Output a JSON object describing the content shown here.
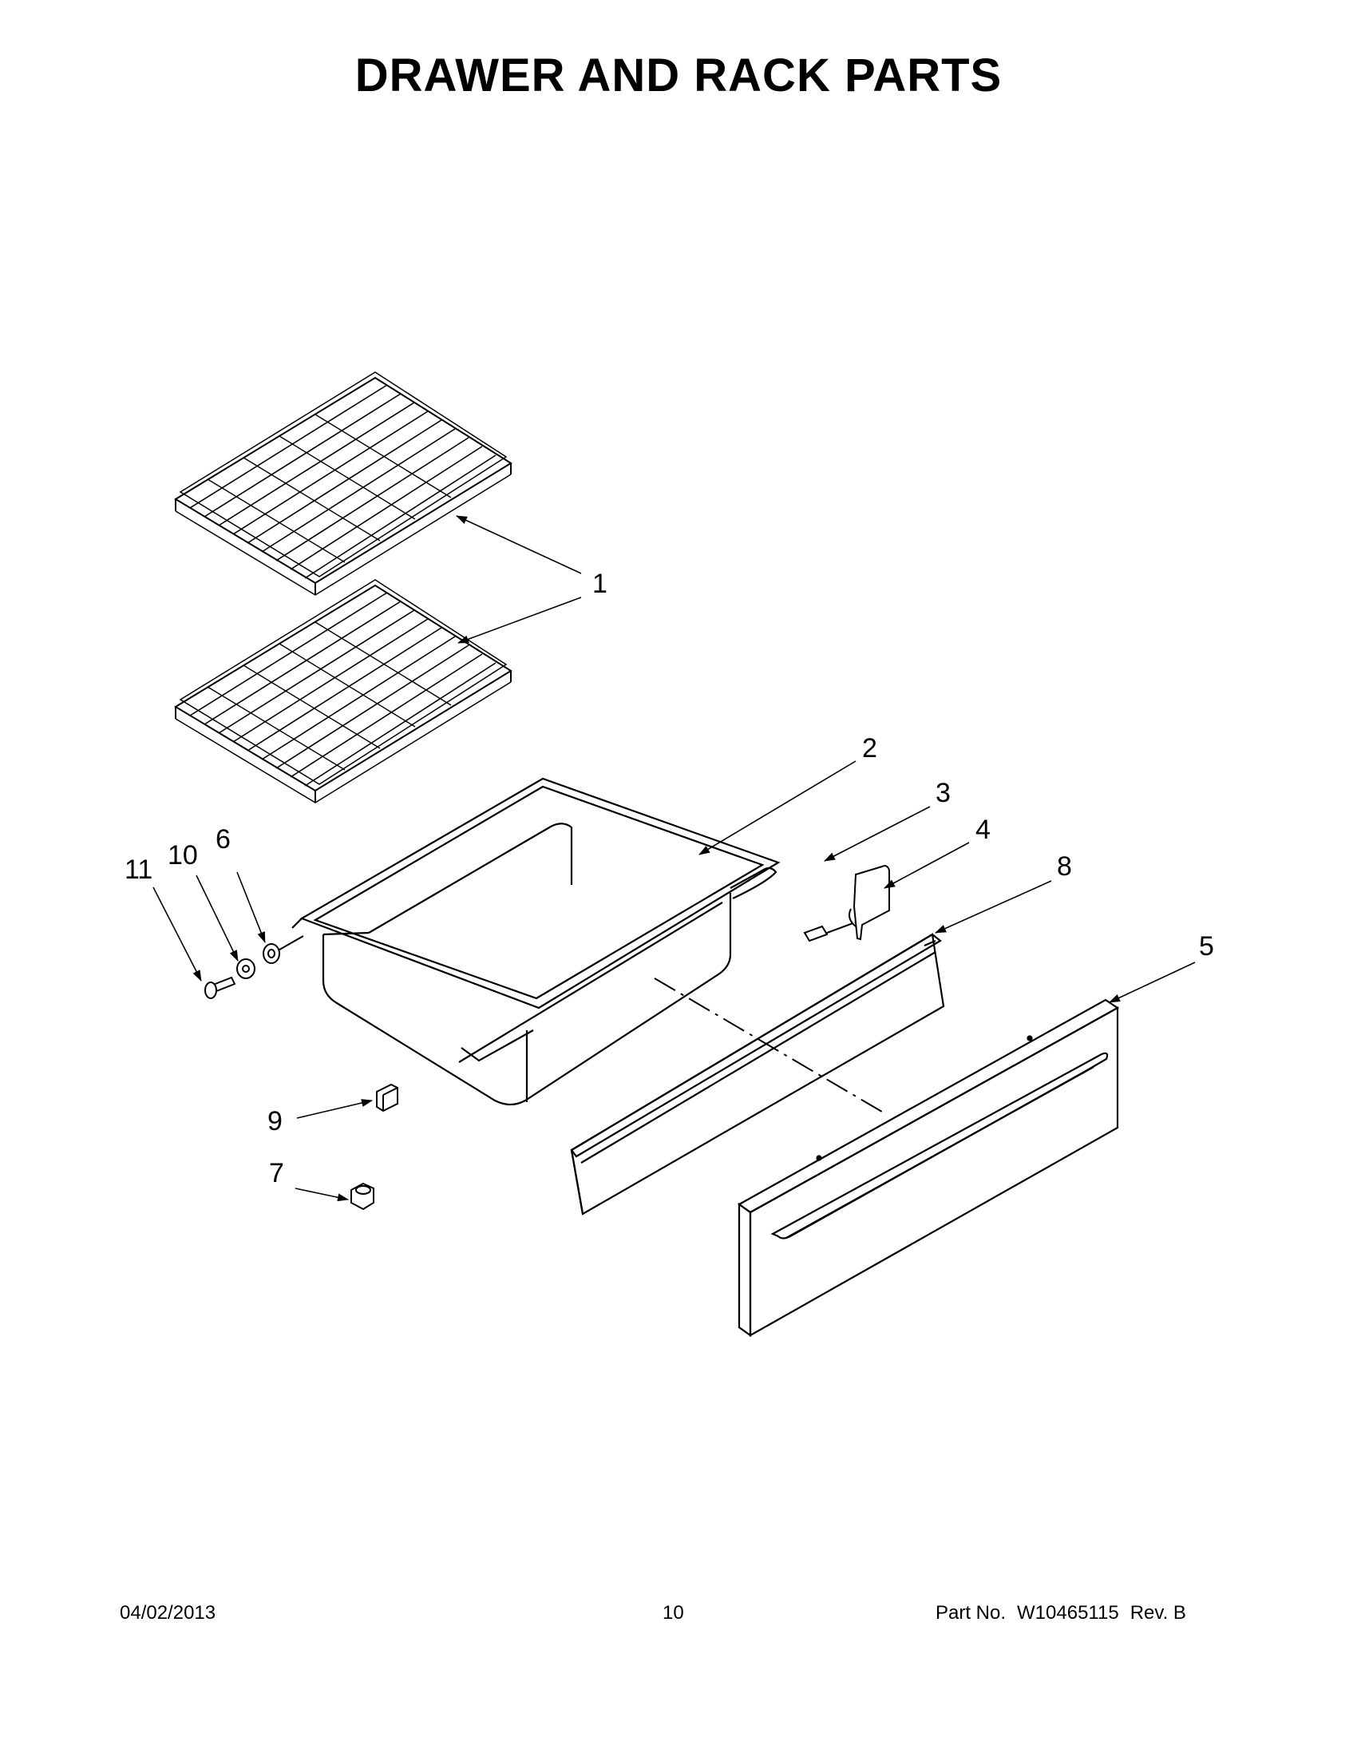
{
  "title": "DRAWER AND RACK PARTS",
  "callouts": {
    "c1": "1",
    "c2": "2",
    "c3": "3",
    "c4": "4",
    "c5": "5",
    "c6": "6",
    "c7": "7",
    "c8": "8",
    "c9": "9",
    "c10": "10",
    "c11": "11"
  },
  "footer": {
    "date": "04/02/2013",
    "page": "10",
    "part_label": "Part No.",
    "part_number": "W10465115",
    "revision": "Rev.  B"
  }
}
